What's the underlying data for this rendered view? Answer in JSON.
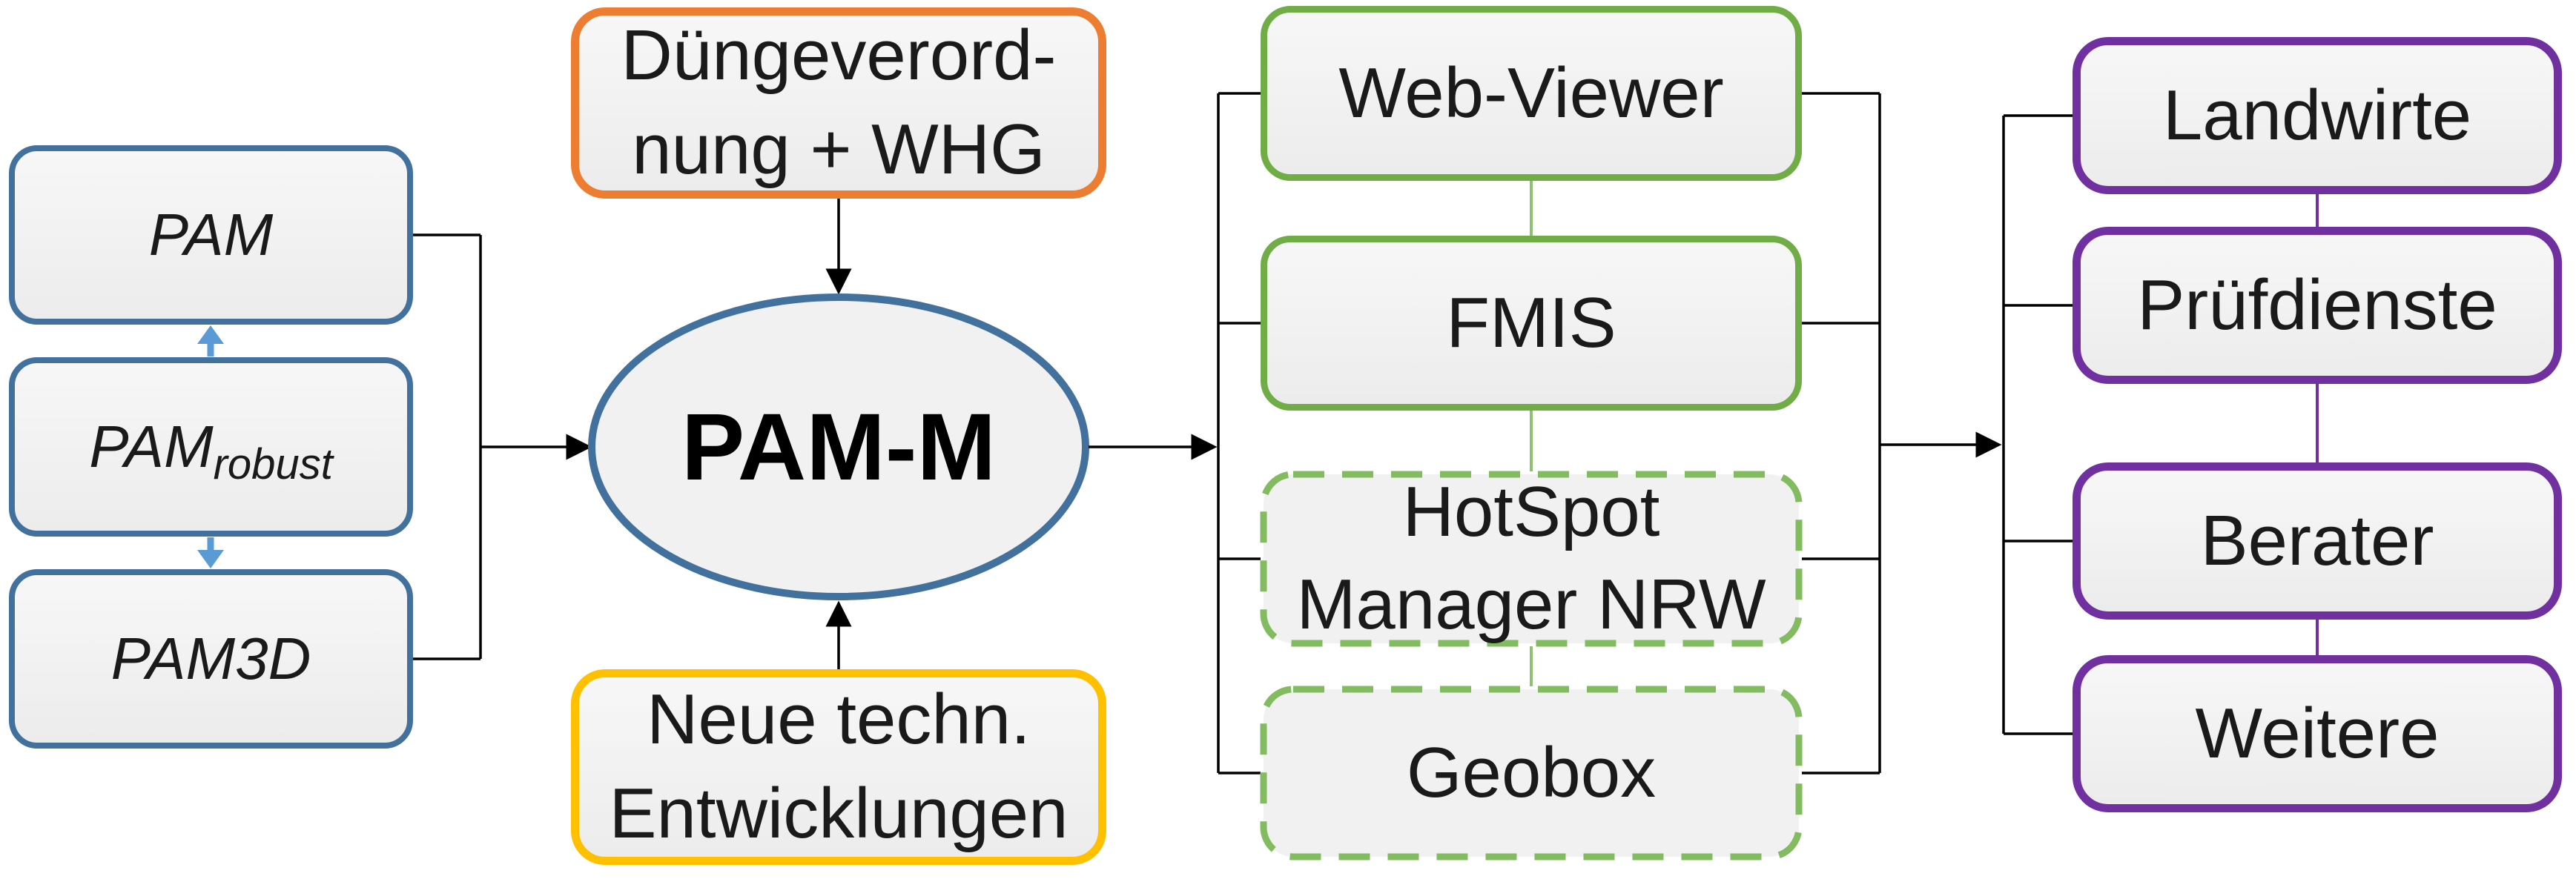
{
  "diagram": {
    "models": {
      "pam": {
        "label": "PAM"
      },
      "pam_robust": {
        "main": "PAM",
        "sub": "robust"
      },
      "pam3d": {
        "label": "PAM3D"
      }
    },
    "drivers": {
      "regulation": {
        "line1": "Düngeverord-",
        "line2": "nung + WHG"
      },
      "technology": {
        "line1": "Neue techn.",
        "line2": "Entwicklungen"
      }
    },
    "core": {
      "label": "PAM-M"
    },
    "products": [
      {
        "label": "Web-Viewer",
        "style": "solid"
      },
      {
        "label": "FMIS",
        "style": "solid"
      },
      {
        "line1": "HotSpot",
        "line2": "Manager NRW",
        "style": "dashed"
      },
      {
        "label": "Geobox",
        "style": "dashed"
      }
    ],
    "users": [
      {
        "label": "Landwirte"
      },
      {
        "label": "Prüfdienste"
      },
      {
        "label": "Berater"
      },
      {
        "label": "Weitere"
      }
    ],
    "colors": {
      "blue_border": "#41719C",
      "blue_arrow": "#5B9BD5",
      "orange_border": "#ED7D31",
      "yellow_border": "#FFC000",
      "green_border": "#70AD47",
      "green_dashed_border": "#83BB60",
      "green_connector": "#90C172",
      "purple_border": "#7030A0",
      "box_fill": "#F2F2F2",
      "line": "#000000",
      "text": "#1A1A1A"
    }
  }
}
